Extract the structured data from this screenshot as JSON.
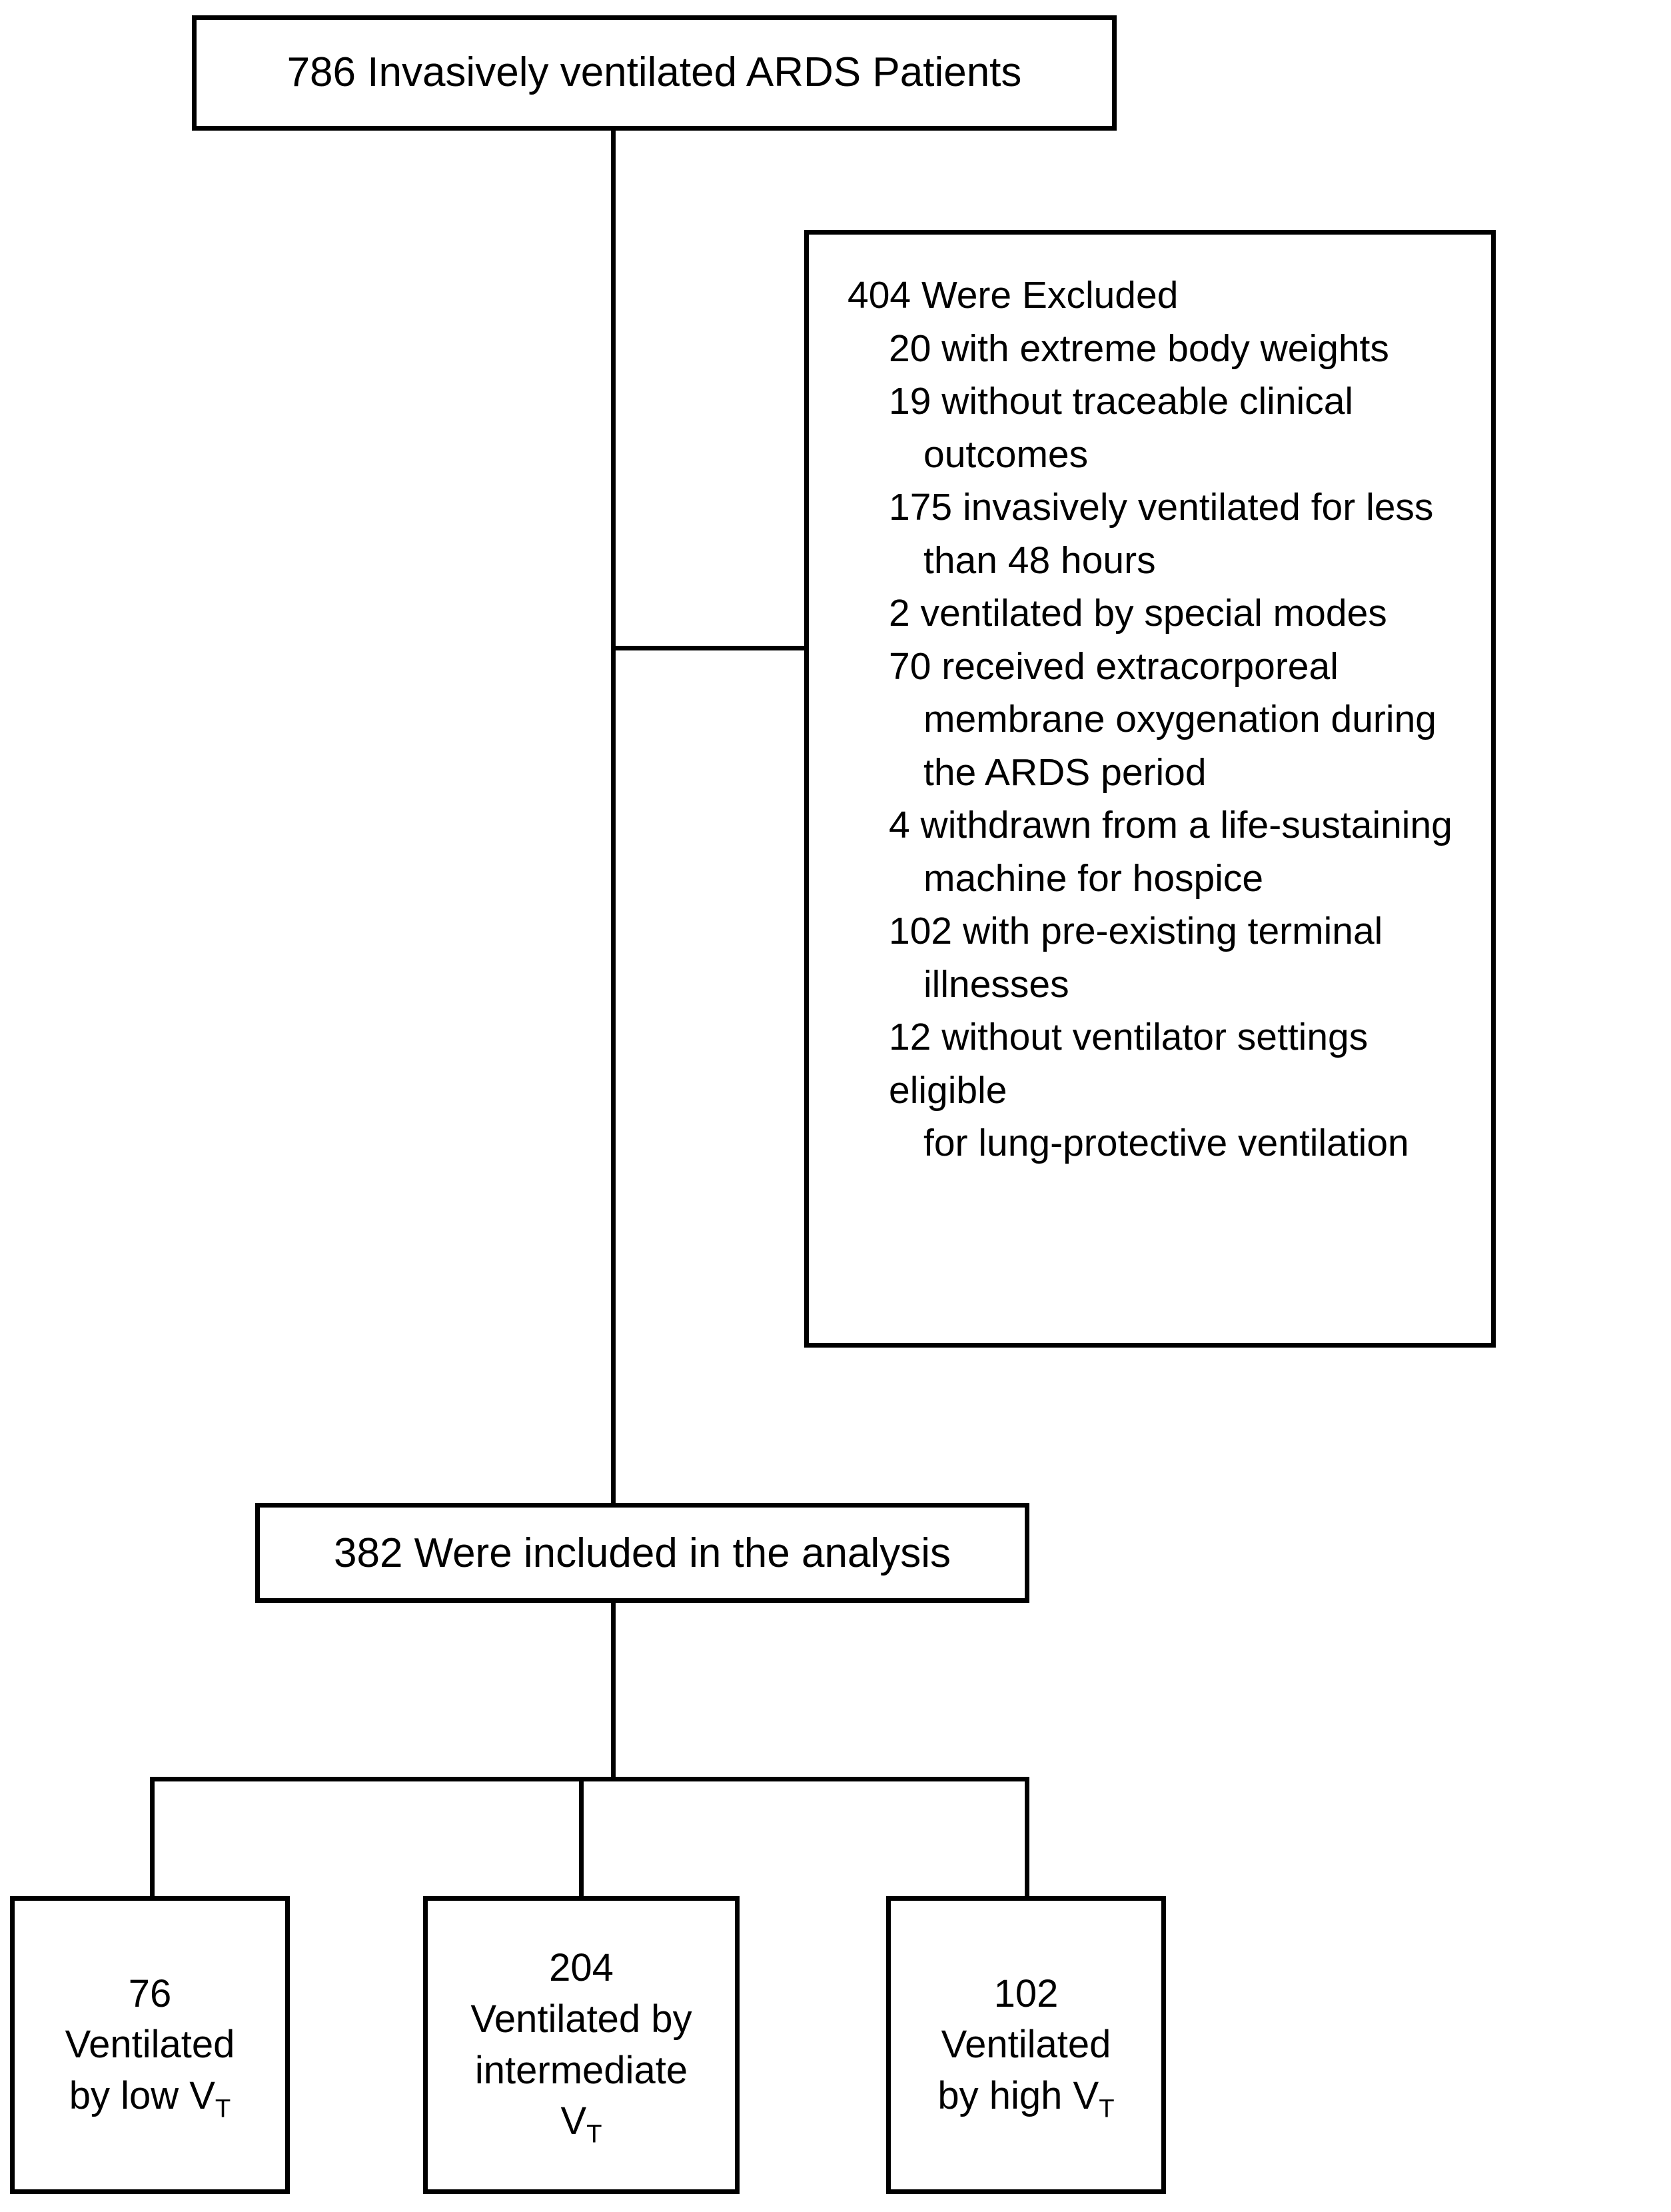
{
  "flowchart": {
    "title": "ARDS patient selection flow diagram",
    "top_node": {
      "label": "786 Invasively ventilated ARDS Patients",
      "count": 786
    },
    "excluded_node": {
      "heading": "404 Were Excluded",
      "total": 404,
      "items": [
        {
          "count": 20,
          "text": "20 with extreme body weights"
        },
        {
          "count": 19,
          "text": "19 without traceable clinical",
          "continuation": "outcomes"
        },
        {
          "count": 175,
          "text": "175 invasively ventilated for less",
          "continuation": "than 48 hours"
        },
        {
          "count": 2,
          "text": "2 ventilated by special modes"
        },
        {
          "count": 70,
          "text": "70 received extracorporeal",
          "continuation": "membrane oxygenation during\nthe ARDS period"
        },
        {
          "count": 4,
          "text": "4 withdrawn from a life-sustaining",
          "continuation": "machine for hospice"
        },
        {
          "count": 102,
          "text": "102 with pre-existing terminal",
          "continuation": "illnesses"
        },
        {
          "count": 12,
          "text": "12 without ventilator settings eligible",
          "continuation": "for lung-protective ventilation"
        }
      ]
    },
    "included_node": {
      "label": "382 Were included in the analysis",
      "count": 382
    },
    "group_nodes": [
      {
        "name": "low-tidal-volume",
        "count": "76",
        "line1": "76",
        "line2": "Ventilated",
        "line3_pre": "by low V",
        "line3_sub": "T"
      },
      {
        "name": "intermediate-tidal-volume",
        "count": "204",
        "line1": "204",
        "line2": "Ventilated by",
        "line3": "intermediate",
        "line4_pre": "V",
        "line4_sub": "T"
      },
      {
        "name": "high-tidal-volume",
        "count": "102",
        "line1": "102",
        "line2": "Ventilated",
        "line3_pre": "by high V",
        "line3_sub": "T"
      }
    ],
    "colors": {
      "stroke": "#000000",
      "background": "#ffffff",
      "text": "#000000"
    }
  }
}
